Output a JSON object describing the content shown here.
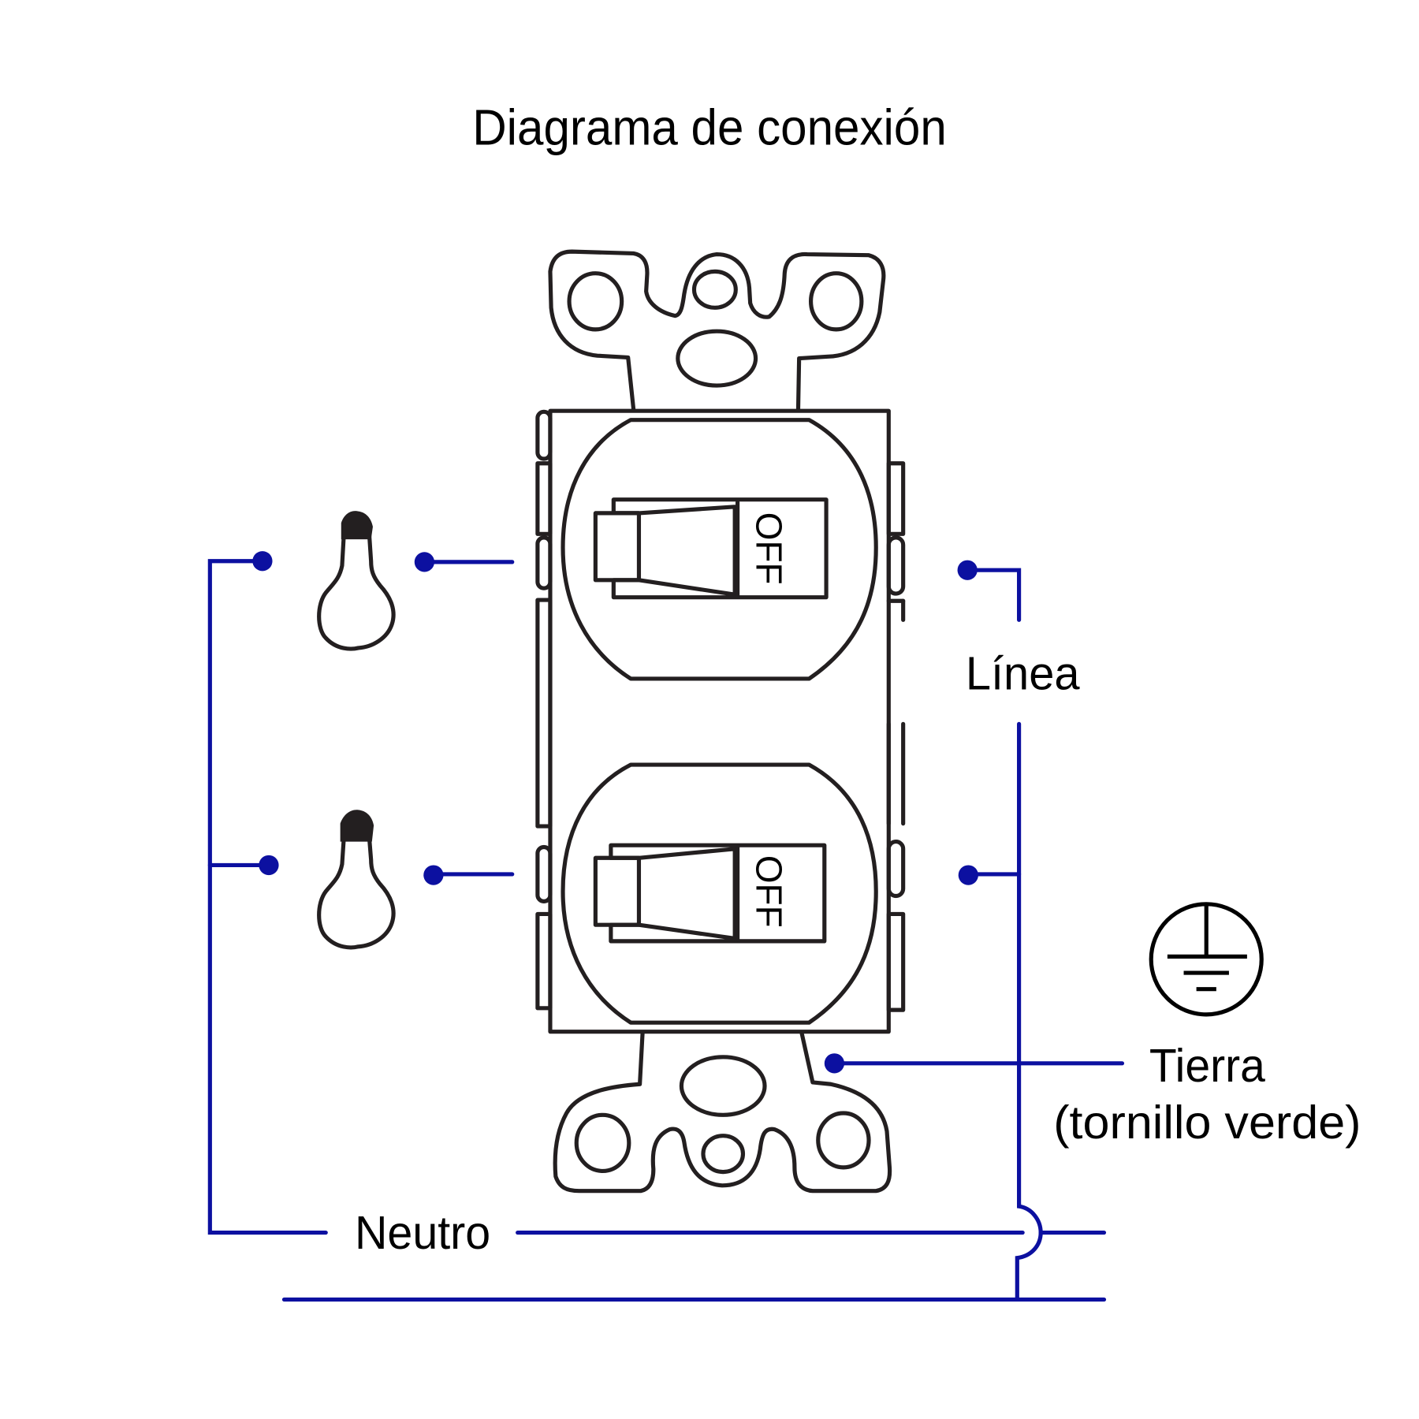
{
  "title": "Diagrama de conexión",
  "labels": {
    "line": "Línea",
    "ground": "Tierra",
    "ground_sub": "(tornillo verde)",
    "neutral": "Neutro"
  },
  "switches": [
    {
      "id": "top",
      "state_label": "OFF"
    },
    {
      "id": "bottom",
      "state_label": "OFF"
    }
  ],
  "lamps": [
    {
      "id": "lamp-top"
    },
    {
      "id": "lamp-bottom"
    }
  ],
  "colors": {
    "wire": "#0c10a0",
    "outline": "#231f20",
    "background": "#ffffff"
  }
}
